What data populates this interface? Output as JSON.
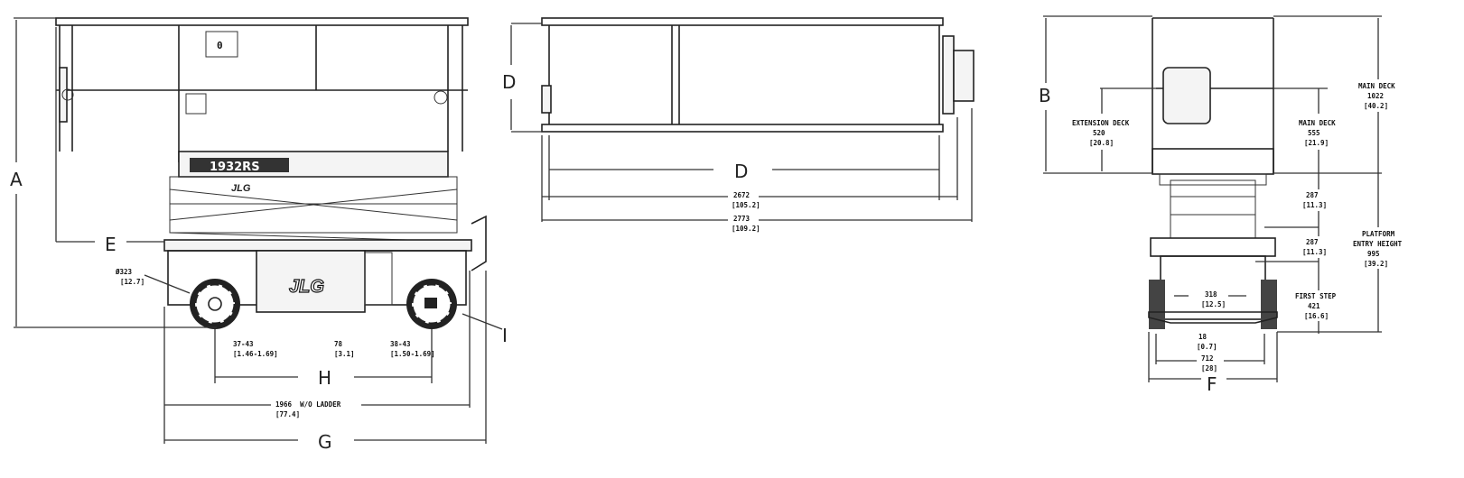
{
  "brand_logo": "JLG",
  "model_badge": "1932RS",
  "deck_sign": "0",
  "side_view": {
    "labels": {
      "A": "A",
      "E": "E",
      "H": "H",
      "G": "G",
      "I": "I"
    },
    "wheel_dia": [
      "Ø323",
      "[12.7]"
    ],
    "clearance_front": [
      "37-43",
      "[1.46-1.69]"
    ],
    "clearance_mid": [
      "78",
      "[3.1]"
    ],
    "clearance_rear": [
      "38-43",
      "[1.50-1.69]"
    ],
    "length_wo_ladder": [
      "1966  W/O LADDER",
      "[77.4]"
    ]
  },
  "top_view": {
    "labels": {
      "D_height": "D",
      "D_length": "D"
    },
    "length_1": [
      "2672",
      "[105.2]"
    ],
    "length_2": [
      "2773",
      "[109.2]"
    ]
  },
  "end_view": {
    "labels": {
      "B": "B",
      "F": "F"
    },
    "extension_deck": [
      "EXTENSION DECK",
      "520",
      "[20.8]"
    ],
    "main_deck_height": [
      "MAIN DECK",
      "1022",
      "[40.2]"
    ],
    "main_deck": [
      "MAIN DECK",
      "555",
      "[21.9]"
    ],
    "rail_1": [
      "287",
      "[11.3]"
    ],
    "rail_2": [
      "287",
      "[11.3]"
    ],
    "platform_entry": [
      "PLATFORM",
      "ENTRY HEIGHT",
      "995",
      "[39.2]"
    ],
    "first_step": [
      "FIRST STEP",
      "421",
      "[16.6]"
    ],
    "step_width": [
      "318",
      "[12.5]"
    ],
    "ground_clear": [
      "18",
      "[0.7]"
    ],
    "wheel_track": [
      "712",
      "[28]"
    ]
  }
}
